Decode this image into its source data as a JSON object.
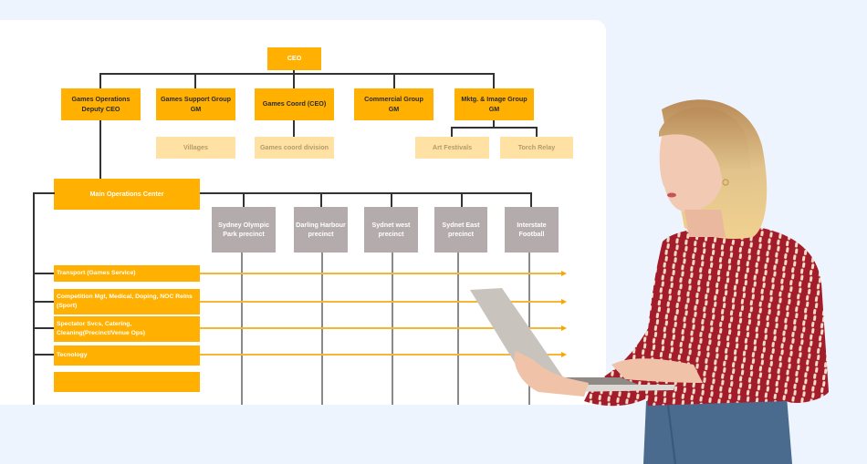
{
  "page": {
    "background": "#edf4fe",
    "card_background": "#ffffff"
  },
  "org_chart": {
    "ceo": {
      "label": "CEO"
    },
    "level1": [
      {
        "label": "Games Operations\nDeputy CEO"
      },
      {
        "label": "Games Support Group\nGM"
      },
      {
        "label": "Games Coord (CEO)"
      },
      {
        "label": "Commercial Group\nGM"
      },
      {
        "label": "Mktg. & Image Group\nGM"
      }
    ],
    "level2": [
      {
        "label": "Villages",
        "parent": "Games Support Group GM"
      },
      {
        "label": "Games coord division",
        "parent": "Games Coord (CEO)"
      },
      {
        "label": "Art Festivals",
        "parent": "Mktg. & Image Group GM"
      },
      {
        "label": "Torch Relay",
        "parent": "Mktg. & Image Group GM"
      }
    ],
    "main_ops": {
      "label": "Main Operations Center"
    },
    "precincts": [
      {
        "label": "Sydney Olympic\nPark precinct"
      },
      {
        "label": "Darling Harbour\nprecinct"
      },
      {
        "label": "Sydnet west\nprecinct"
      },
      {
        "label": "Sydnet East\nprecinct"
      },
      {
        "label": "Interstate\nFootball"
      }
    ],
    "services": [
      {
        "label": "Transport (Games Service)"
      },
      {
        "label": "Competition Mgt, Medical, Doping, NOC Relns\n(Sport)"
      },
      {
        "label": "Spectator Svcs, Catering,\nCleaning(Precinct/Venue Ops)"
      },
      {
        "label": "Tecnology"
      },
      {
        "label": ""
      }
    ],
    "colors": {
      "primary_box": "#ffb000",
      "sub_box": "#ffe2a3",
      "precinct_box": "#b4acac",
      "connector": "#333333",
      "arrow": "#f5b731"
    }
  },
  "illustration": {
    "subject": "woman-holding-laptop",
    "shirt_color": "#a31c2c",
    "shirt_stripe_color": "#f0dcc4",
    "hair_color": "#e8c98a",
    "jeans_color": "#4a6a8e",
    "laptop_color": "#c9c3bd"
  }
}
